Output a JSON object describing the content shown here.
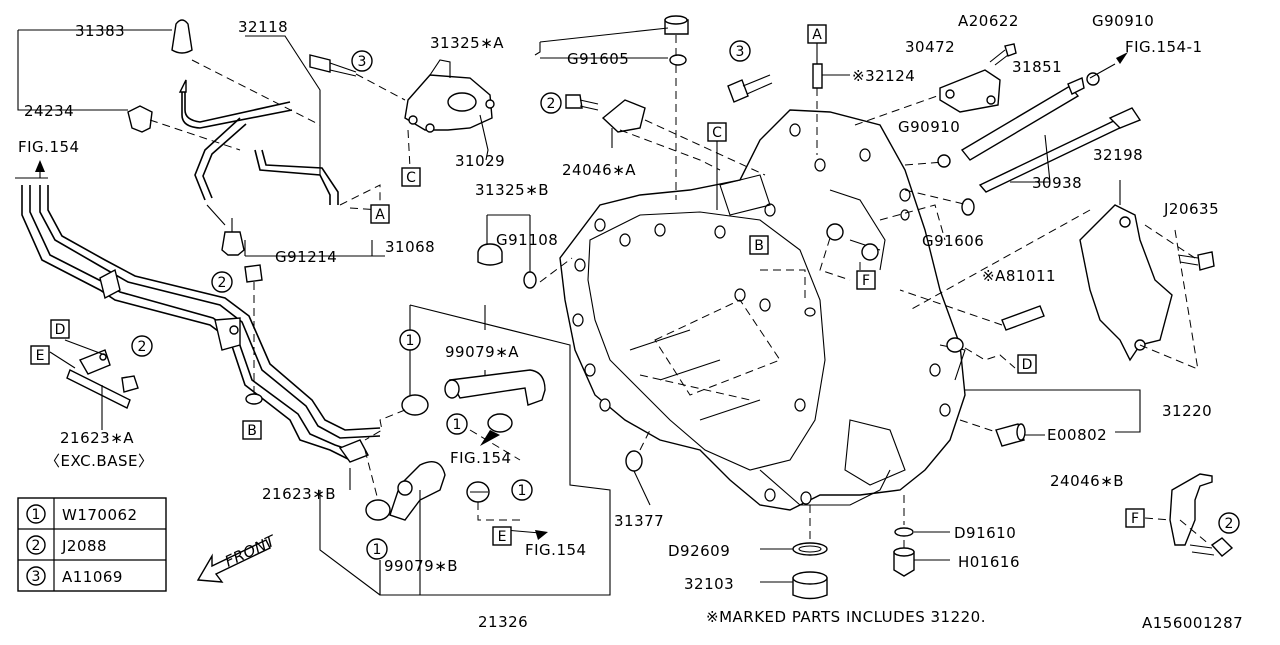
{
  "parts": {
    "p31383": "31383",
    "p32118": "32118",
    "p24234": "24234",
    "fig154_left": "FIG.154",
    "p31325a": "31325∗A",
    "p31325b": "31325∗B",
    "p31029": "31029",
    "g91605": "G91605",
    "p24046a": "24046∗A",
    "g91108": "G91108",
    "p32124": "※32124",
    "a20622": "A20622",
    "g90910_top": "G90910",
    "fig154_1": "FIG.154-1",
    "p30472": "30472",
    "p31851": "31851",
    "g90910_mid": "G90910",
    "p30938": "30938",
    "g91606": "G91606",
    "p32198": "32198",
    "j20635": "J20635",
    "a81011": "※A81011",
    "p31068": "31068",
    "g91214": "G91214",
    "p99079a": "99079∗A",
    "fig154_mid": "FIG.154",
    "p21623a": "21623∗A",
    "exc_base": "〈EXC.BASE〉",
    "p21623b": "21623∗B",
    "p99079b": "99079∗B",
    "fig154_bottom": "FIG.154",
    "p21326": "21326",
    "p31377": "31377",
    "d92609": "D92609",
    "p32103": "32103",
    "p31220": "31220",
    "e00802": "E00802",
    "p24046b": "24046∗B",
    "d91610": "D91610",
    "h01616": "H01616"
  },
  "refs": {
    "A": "A",
    "B": "B",
    "C": "C",
    "D": "D",
    "E": "E",
    "F": "F"
  },
  "circled": {
    "one": "1",
    "two": "2",
    "three": "3"
  },
  "legend": [
    {
      "num": "1",
      "part": "W170062"
    },
    {
      "num": "2",
      "part": "J2088"
    },
    {
      "num": "3",
      "part": "A11069"
    }
  ],
  "front_label": "FRONT",
  "footnote": "※MARKED PARTS INCLUDES 31220.",
  "diagram_id": "A156001287"
}
